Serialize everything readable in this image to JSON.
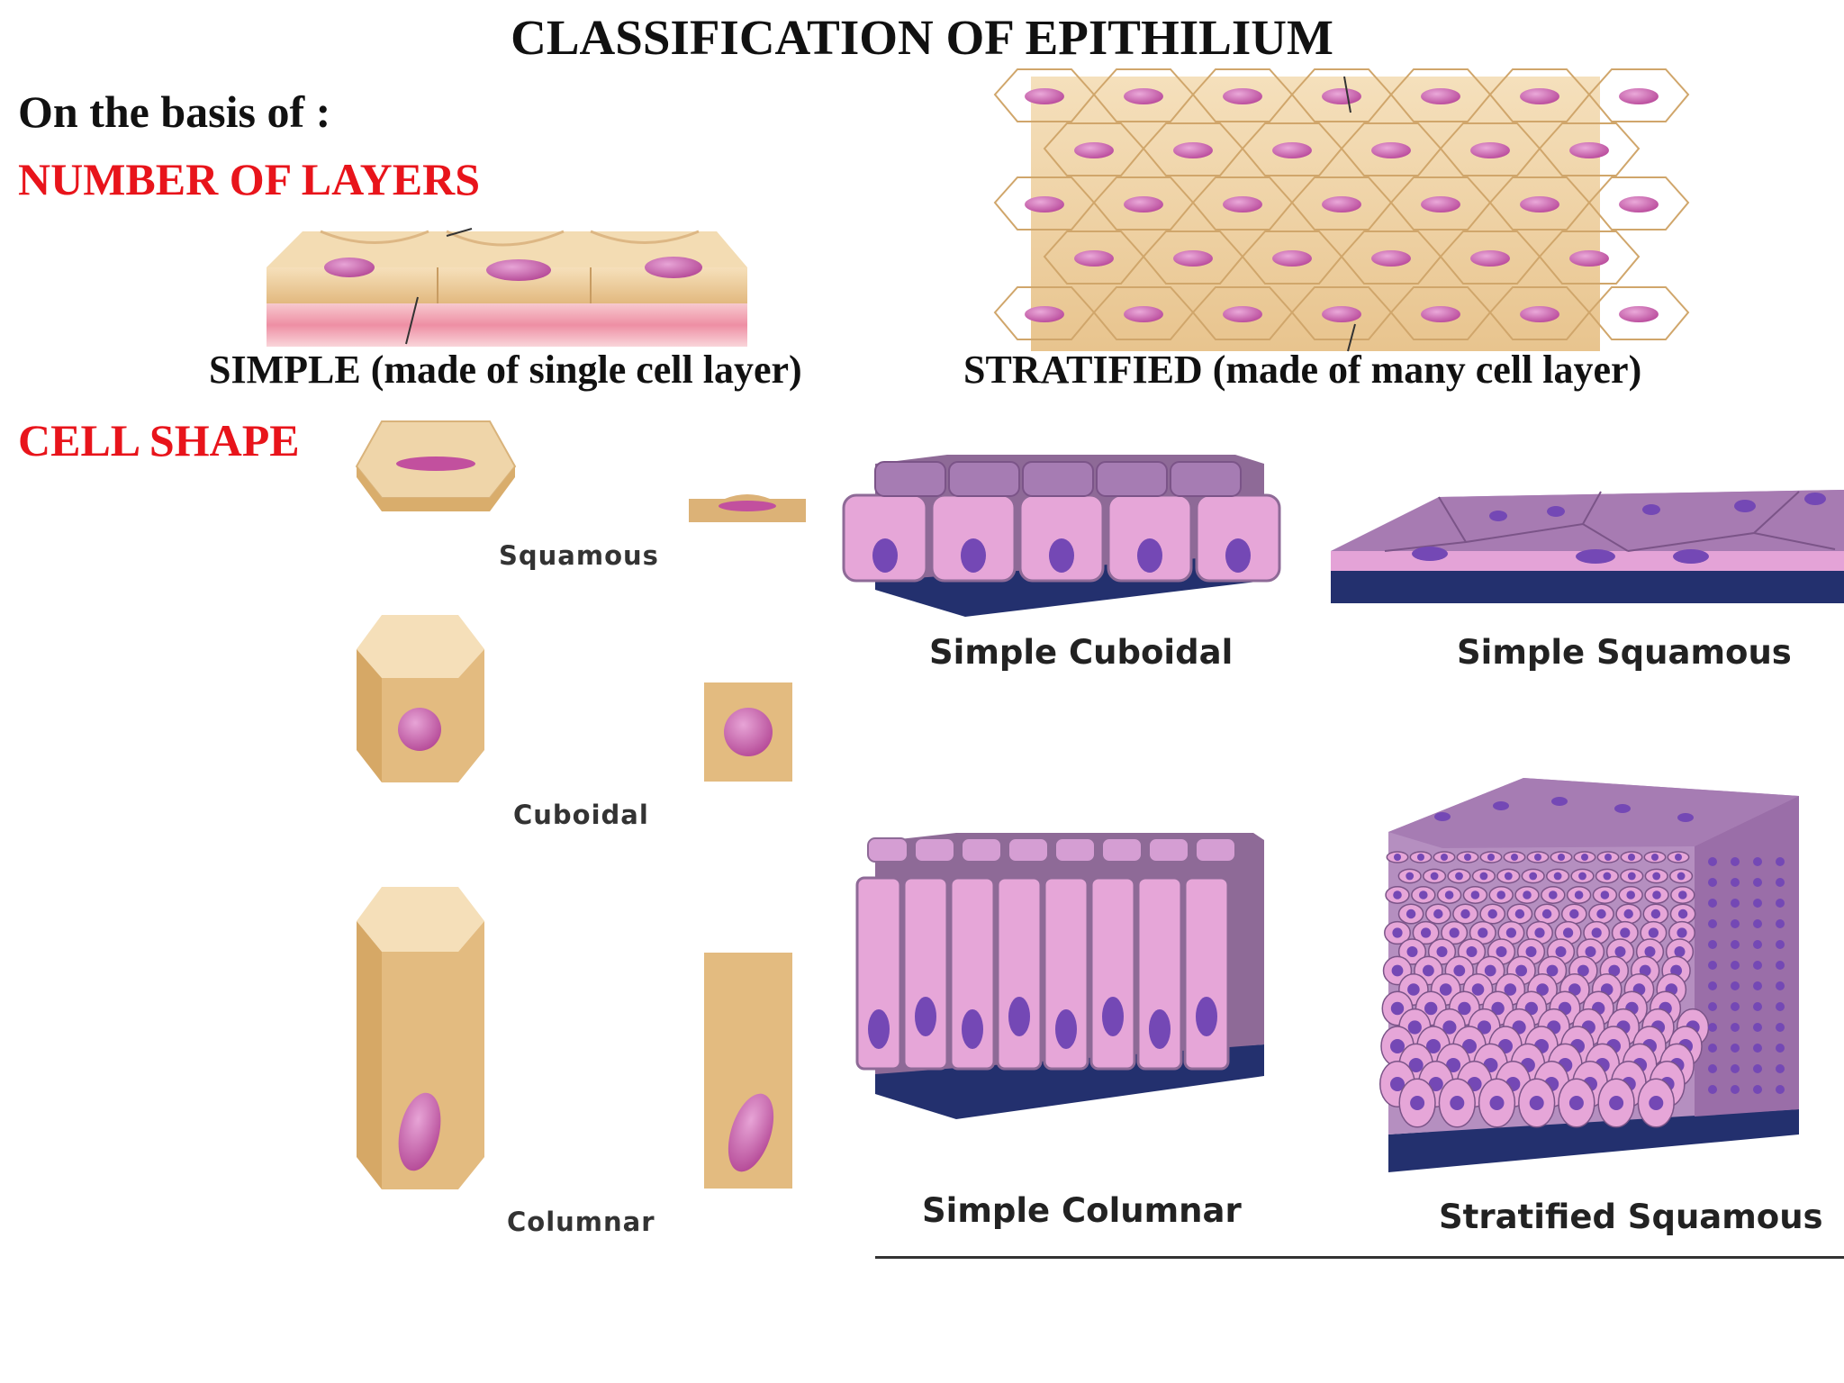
{
  "title": "CLASSIFICATION OF EPITHILIUM",
  "basis_label": "On the basis of :",
  "section_layers": "NUMBER OF LAYERS",
  "section_shape": "CELL SHAPE",
  "caption_simple": "SIMPLE (made of single cell layer)",
  "caption_stratified": "STRATIFIED (made of many cell layer)",
  "shape_labels": {
    "squamous": "Squamous",
    "cuboidal": "Cuboidal",
    "columnar": "Columnar"
  },
  "tissue_labels": {
    "simple_cuboidal": "Simple Cuboidal",
    "simple_squamous": "Simple Squamous",
    "simple_columnar": "Simple Columnar",
    "stratified_squamous": "Stratified Squamous"
  },
  "colors": {
    "accent_red": "#e8141b",
    "cell_tan": "#e7c48f",
    "nucleus_pink": "#c85aa8",
    "tissue_pink": "#e6a6d8",
    "tissue_purple": "#a77cb3",
    "nucleus_violet": "#7448b5",
    "basement_navy": "#243575"
  }
}
